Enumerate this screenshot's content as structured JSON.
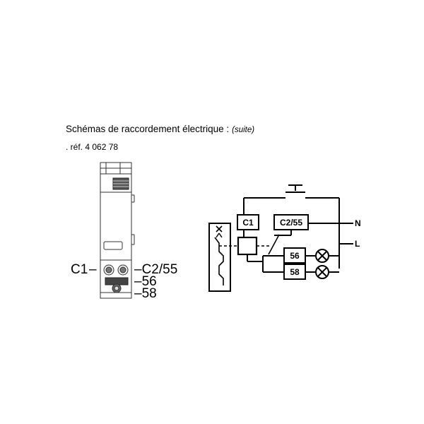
{
  "header": {
    "title": "Schémas de raccordement électrique :",
    "title_suffix": "(suite)",
    "reference": ". réf. 4 062 78"
  },
  "device": {
    "terminals": {
      "c1": "C1",
      "c2_55": "C2/55",
      "t56": "56",
      "t58": "58"
    }
  },
  "wiring": {
    "box_c1": "C1",
    "box_c2_55": "C2/55",
    "box_56": "56",
    "box_58": "58",
    "neutral": "N",
    "live": "L"
  }
}
